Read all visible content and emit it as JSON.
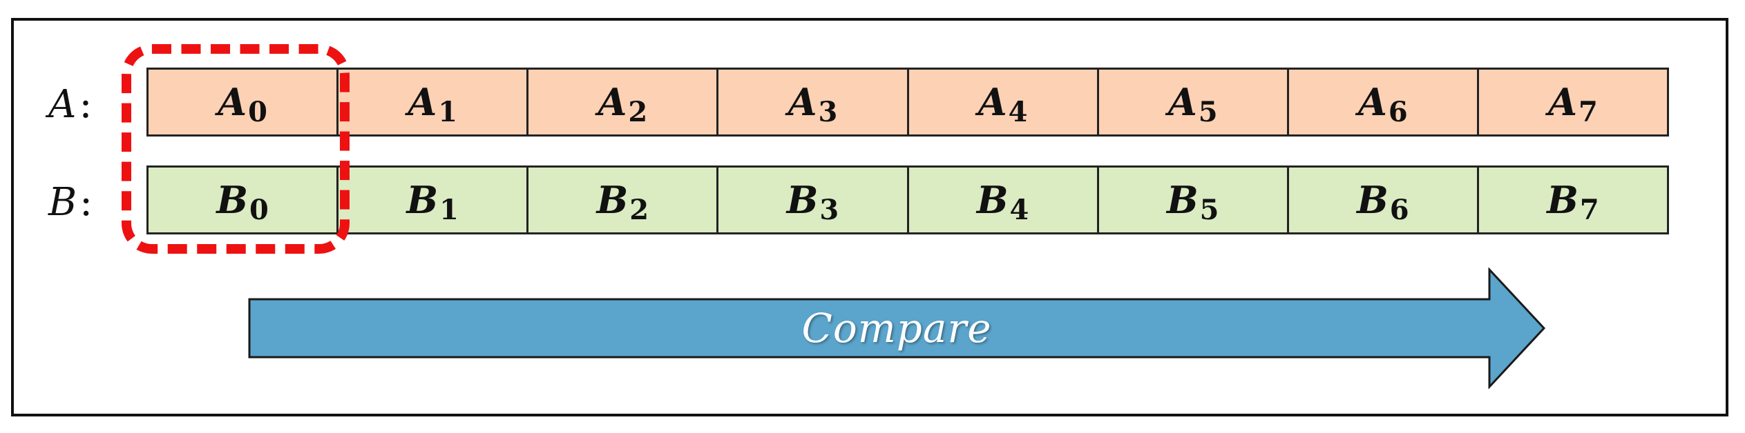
{
  "rows": [
    {
      "label": "A",
      "colon": ":",
      "cells": [
        {
          "letter": "A",
          "index": "0"
        },
        {
          "letter": "A",
          "index": "1"
        },
        {
          "letter": "A",
          "index": "2"
        },
        {
          "letter": "A",
          "index": "3"
        },
        {
          "letter": "A",
          "index": "4"
        },
        {
          "letter": "A",
          "index": "5"
        },
        {
          "letter": "A",
          "index": "6"
        },
        {
          "letter": "A",
          "index": "7"
        }
      ]
    },
    {
      "label": "B",
      "colon": ":",
      "cells": [
        {
          "letter": "B",
          "index": "0"
        },
        {
          "letter": "B",
          "index": "1"
        },
        {
          "letter": "B",
          "index": "2"
        },
        {
          "letter": "B",
          "index": "3"
        },
        {
          "letter": "B",
          "index": "4"
        },
        {
          "letter": "B",
          "index": "5"
        },
        {
          "letter": "B",
          "index": "6"
        },
        {
          "letter": "B",
          "index": "7"
        }
      ]
    }
  ],
  "arrow": {
    "label": "Compare"
  },
  "colors": {
    "row_a_fill": "#fcd1b4",
    "row_b_fill": "#dbebc2",
    "highlight": "#ee1111",
    "arrow_fill": "#5ba4cc"
  }
}
